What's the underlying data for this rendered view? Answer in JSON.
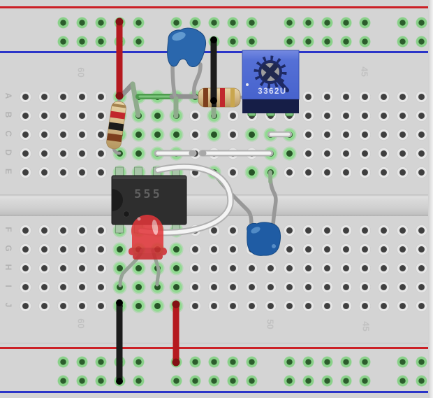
{
  "board": {
    "material_color": "#d4d4d4",
    "rail_positive_color": "#cb2026",
    "rail_negative_color": "#2b35c8",
    "row_labels_top": [
      "A",
      "B",
      "C",
      "D",
      "E"
    ],
    "row_labels_bottom": [
      "F",
      "G",
      "H",
      "I",
      "J"
    ],
    "column_labels_top": [
      "60",
      "45"
    ],
    "column_labels_bottom": [
      "60",
      "50",
      "45"
    ]
  },
  "components": {
    "ic": {
      "label": "555",
      "type": "timer-ic-dip8",
      "body_color": "#2e2e2e",
      "text_color": "#616161"
    },
    "trimmer": {
      "label": "3362U",
      "type": "trimmer-potentiometer",
      "body_color": "#5570d6",
      "base_color": "#161e47",
      "text_color": "#d7dcf5"
    },
    "led": {
      "color": "#e23539"
    },
    "capacitor_large": {
      "color": "#2a67ad"
    },
    "capacitor_small": {
      "color": "#1f5ca4"
    },
    "resistor_vertical": {
      "body_color": "#d4b988",
      "bands": [
        "red",
        "black",
        "brown"
      ]
    },
    "resistor_horizontal": {
      "body_color": "#d4b988",
      "bands": [
        "brown",
        "black",
        "red",
        "gold"
      ]
    },
    "wires": {
      "red": "#b5191f",
      "black": "#1b1b1b",
      "white": "#f4f4f4",
      "green": "#4d9b4d",
      "gray": "#909090",
      "sage": "#8fab8c",
      "silver": "#ececec"
    }
  }
}
